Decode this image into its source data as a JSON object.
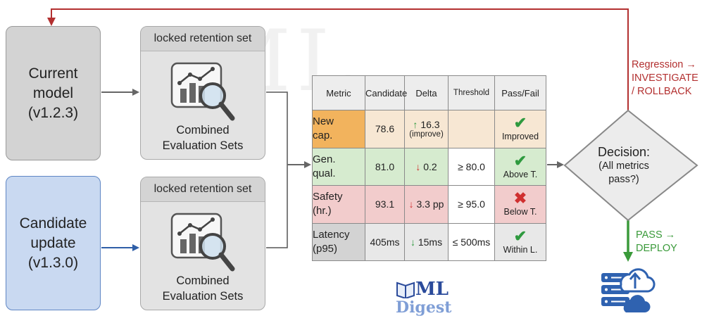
{
  "models": {
    "current": [
      "Current",
      "model",
      "(v1.2.3)"
    ],
    "candidate": [
      "Candidate",
      "update",
      "(v1.3.0)"
    ]
  },
  "eval_sets": [
    {
      "header": "locked retention set",
      "label_lines": [
        "Combined",
        "Evaluation Sets"
      ]
    },
    {
      "header": "locked retention set",
      "label_lines": [
        "Combined",
        "Evaluation Sets"
      ]
    }
  ],
  "table": {
    "headers": [
      "Metric",
      "Candidate",
      "Delta",
      "Threshold",
      "Pass/Fail"
    ],
    "rows": [
      {
        "metric": [
          "New",
          "cap."
        ],
        "candidate": "78.6",
        "delta_arrow": "↑",
        "delta": "16.3",
        "delta_sub": "(improve)",
        "threshold": "",
        "mark": "✔",
        "result": "Improved"
      },
      {
        "metric": [
          "Gen.",
          "qual."
        ],
        "candidate": "81.0",
        "delta_arrow": "↓",
        "delta": "0.2",
        "threshold": "≥ 80.0",
        "mark": "✔",
        "result": "Above T."
      },
      {
        "metric": [
          "Safety",
          "(hr.)"
        ],
        "candidate": "93.1",
        "delta_arrow": "↓",
        "delta": "3.3 pp",
        "threshold": "≥ 95.0",
        "mark": "✖",
        "result": "Below T."
      },
      {
        "metric": [
          "Latency",
          "(p95)"
        ],
        "candidate": "405ms",
        "delta_arrow": "↓",
        "delta": "15ms",
        "threshold": "≤ 500ms",
        "mark": "✔",
        "result": "Within L."
      }
    ]
  },
  "decision": {
    "title": "Decision:",
    "sub": [
      "(All metrics",
      "pass?)"
    ]
  },
  "regression": [
    "Regression →",
    "INVESTIGATE",
    "/ ROLLBACK"
  ],
  "pass": [
    "PASS →",
    "DEPLOY"
  ],
  "logo": {
    "top": "ML",
    "bottom": "Digest"
  },
  "colors": {
    "regression": "#b33030",
    "pass": "#3a9a3a",
    "candidate_arrow": "#2f5fa8"
  }
}
